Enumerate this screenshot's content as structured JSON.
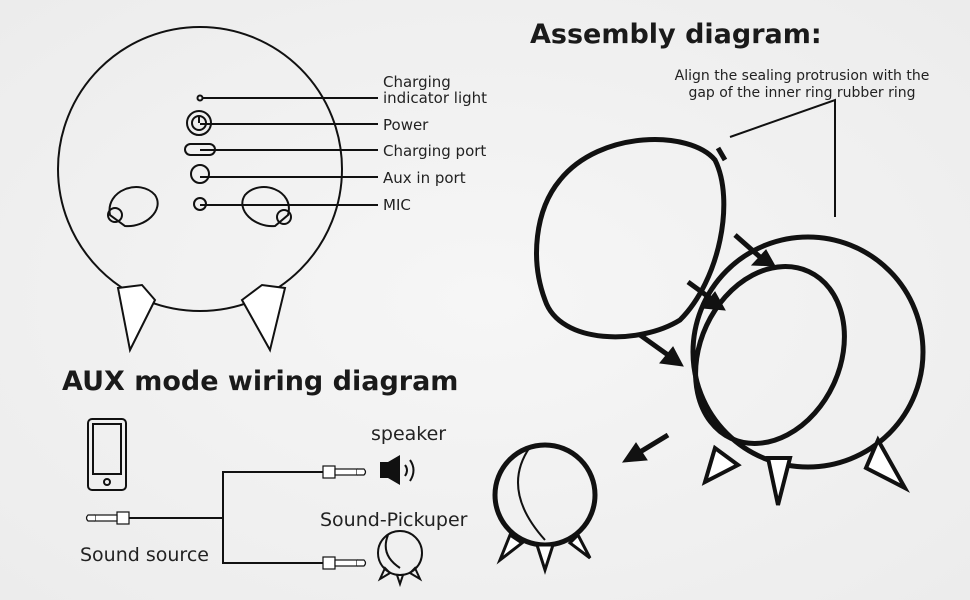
{
  "front_view": {
    "labels": [
      {
        "line1": "Charging",
        "line2": "indicator light"
      },
      {
        "line1": "Power"
      },
      {
        "line1": "Charging port"
      },
      {
        "line1": "Aux in port"
      },
      {
        "line1": "MIC"
      }
    ]
  },
  "wiring": {
    "title": "AUX mode wiring diagram",
    "speaker_label": "speaker",
    "pickuper_label": "Sound-Pickuper",
    "source_label": "Sound source"
  },
  "assembly": {
    "title": "Assembly diagram:",
    "note_line1": "Align the sealing protrusion with the",
    "note_line2": "gap of the inner ring rubber ring"
  }
}
